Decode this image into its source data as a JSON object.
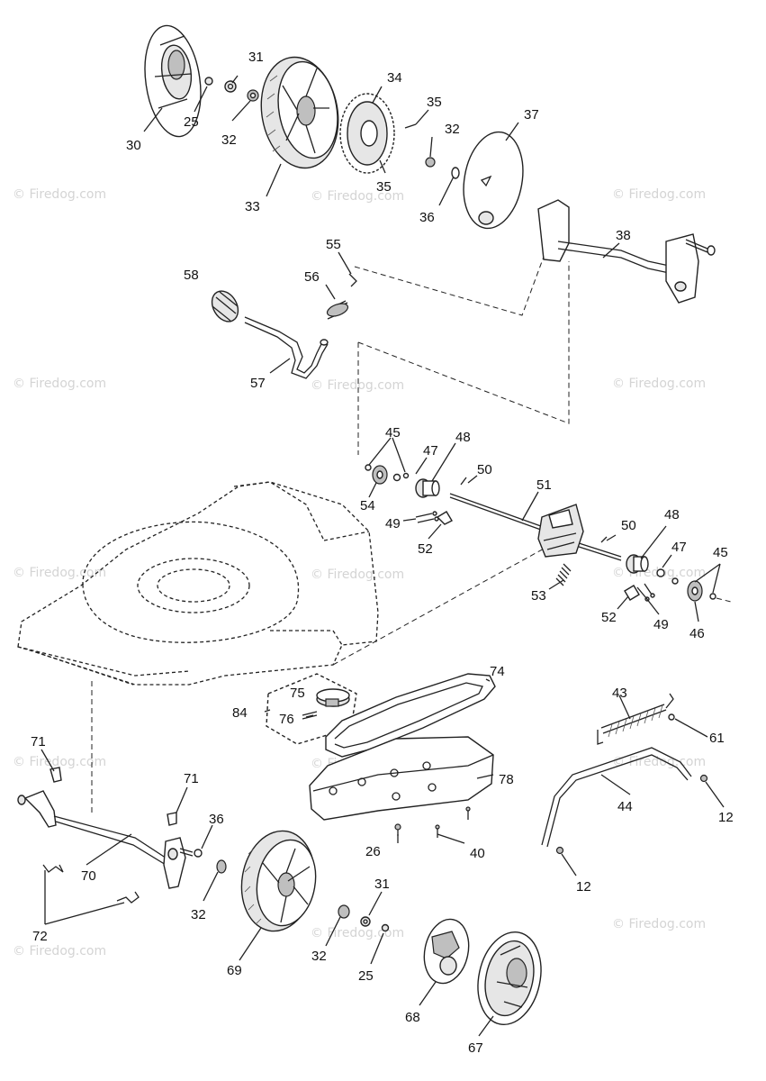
{
  "watermark": "© Firedog.com",
  "labels": {
    "p30": "30",
    "p25a": "25",
    "p31a": "31",
    "p32a": "32",
    "p33": "33",
    "p34": "34",
    "p35a": "35",
    "p35b": "35",
    "p32b": "32",
    "p36a": "36",
    "p37": "37",
    "p38": "38",
    "p55": "55",
    "p56": "56",
    "p58": "58",
    "p57": "57",
    "p45a": "45",
    "p47a": "47",
    "p48a": "48",
    "p50a": "50",
    "p54": "54",
    "p49a": "49",
    "p52a": "52",
    "p51": "51",
    "p50b": "50",
    "p48b": "48",
    "p47b": "47",
    "p45b": "45",
    "p53": "53",
    "p52b": "52",
    "p49b": "49",
    "p46": "46",
    "p74": "74",
    "p75": "75",
    "p84": "84",
    "p76": "76",
    "p78": "78",
    "p43": "43",
    "p61": "61",
    "p44": "44",
    "p12a": "12",
    "p12b": "12",
    "p71a": "71",
    "p71b": "71",
    "p36b": "36",
    "p70": "70",
    "p72": "72",
    "p32c": "32",
    "p26": "26",
    "p40": "40",
    "p31b": "31",
    "p32d": "32",
    "p25b": "25",
    "p69": "69",
    "p68": "68",
    "p67": "67"
  }
}
